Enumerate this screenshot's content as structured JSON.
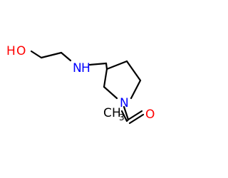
{
  "molecule": {
    "colors": {
      "bond": "#000000",
      "oxygen": "#ff0000",
      "nitrogen": "#0000ff",
      "carbon_label": "#000000"
    },
    "labels": {
      "hydroxyl_h": "H",
      "hydroxyl_o": "O",
      "amine_n": "N",
      "amine_h": "H",
      "ring_n": "N",
      "carbonyl_o": "O",
      "methyl_c": "C",
      "methyl_h": "H",
      "methyl_sub": "3"
    }
  }
}
